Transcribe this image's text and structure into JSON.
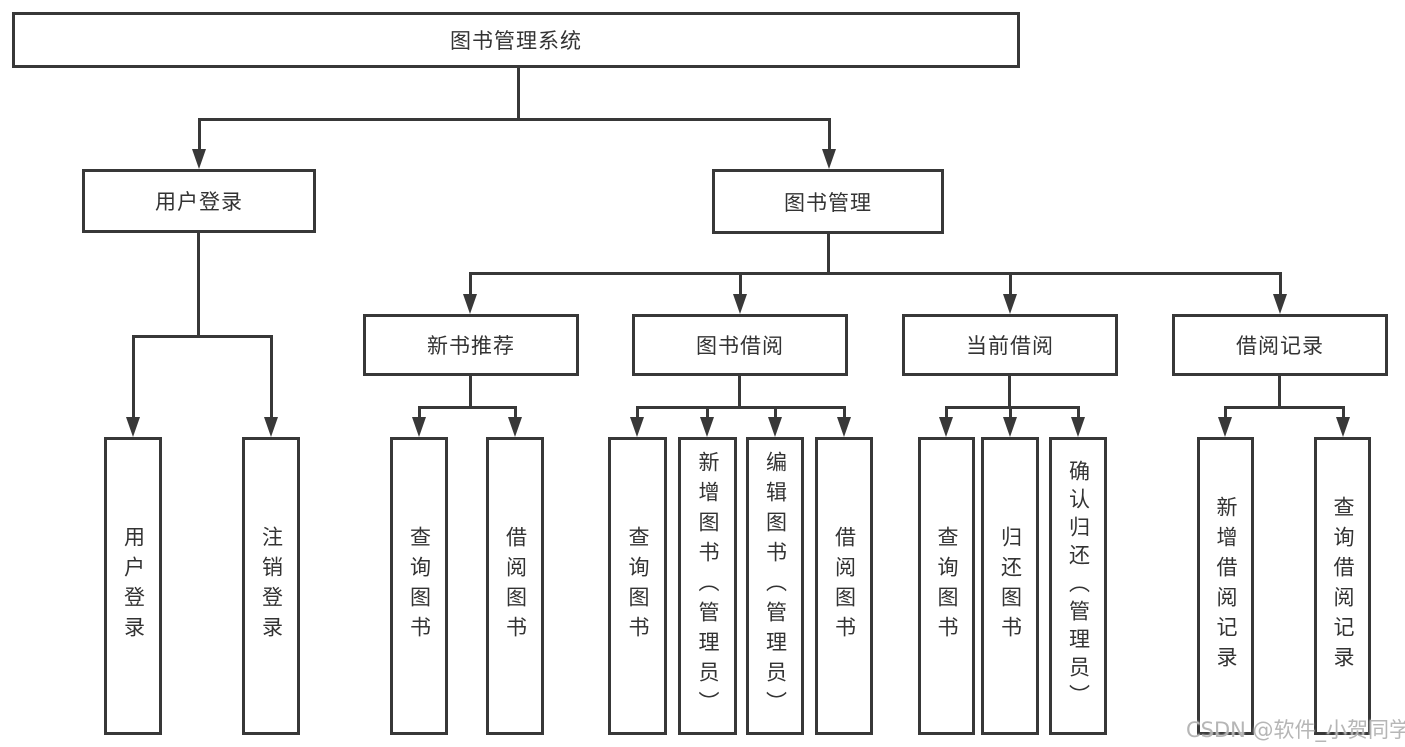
{
  "diagram": {
    "root": {
      "label": "图书管理系统"
    },
    "level2": [
      {
        "label": "用户登录"
      },
      {
        "label": "图书管理"
      }
    ],
    "level3": [
      {
        "label": "新书推荐"
      },
      {
        "label": "图书借阅"
      },
      {
        "label": "当前借阅"
      },
      {
        "label": "借阅记录"
      }
    ],
    "leaves": {
      "user_login": [
        {
          "label": "用户登录"
        },
        {
          "label": "注销登录"
        }
      ],
      "new_book_recommend": [
        {
          "label": "查询图书"
        },
        {
          "label": "借阅图书"
        }
      ],
      "book_borrow": [
        {
          "label": "查询图书"
        },
        {
          "label": "新增图书（管理员）"
        },
        {
          "label": "编辑图书（管理员）"
        },
        {
          "label": "借阅图书"
        }
      ],
      "current_borrow": [
        {
          "label": "查询图书"
        },
        {
          "label": "归还图书"
        },
        {
          "label": "确认归还（管理员）"
        }
      ],
      "borrow_records": [
        {
          "label": "新增借阅记录"
        },
        {
          "label": "查询借阅记录"
        }
      ]
    },
    "watermark": "CSDN @软件_小贺同学",
    "colors": {
      "line": "#383838",
      "text": "#333333",
      "background": "#ffffff",
      "watermark": "#b2b2b2"
    }
  }
}
